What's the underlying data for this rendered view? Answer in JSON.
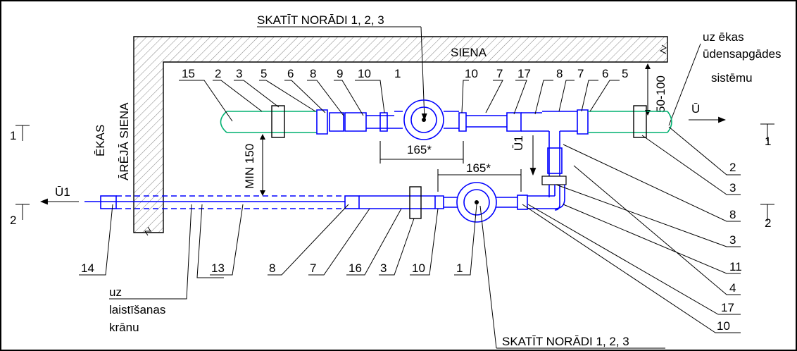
{
  "labels": {
    "note_top": "SKATĪT NORĀDI 1, 2, 3",
    "note_bottom": "SKATĪT NORĀDI 1, 2, 3",
    "siena": "SIENA",
    "ekas": "ĒKAS",
    "arejā_siena": "ĀRĒJĀ SIENA",
    "min150": "MIN 150",
    "dim_50_100": "50-100",
    "dim_165_top": "165*",
    "dim_165_bottom": "165*",
    "uz_ekas_1": "uz ēkas",
    "uz_ekas_2": "ūdensapgādes",
    "uz_ekas_3": "sistēmu",
    "uz_laist_1": "uz",
    "uz_laist_2": "laistīšanas",
    "uz_laist_3": "krānu",
    "flow_u_right": "Ū",
    "flow_u1_left": "Ū1",
    "flow_u1_down": "Ū1",
    "sec_1_left": "1",
    "sec_2_left": "2",
    "sec_1_right": "1",
    "sec_2_right": "2"
  },
  "top_numbers": [
    "15",
    "2",
    "3",
    "5",
    "6",
    "8",
    "9",
    "10",
    "1",
    "10",
    "7",
    "17",
    "8",
    "7",
    "6",
    "5"
  ],
  "right_numbers": [
    "2",
    "3",
    "8",
    "3",
    "11",
    "4",
    "17",
    "10"
  ],
  "bottom_numbers": [
    "14",
    "13",
    "8",
    "7",
    "16",
    "3",
    "10",
    "1"
  ],
  "colors": {
    "pipe": "#0000ff",
    "pipe_green": "#00b070",
    "line": "#000000"
  }
}
